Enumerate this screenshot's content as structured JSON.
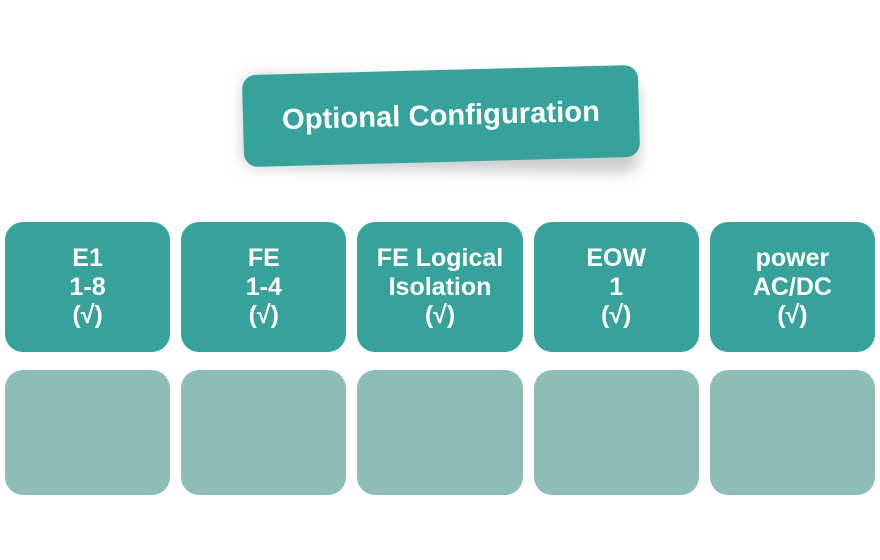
{
  "banner": {
    "title": "Optional Configuration"
  },
  "colors": {
    "background": "#ffffff",
    "card_teal": "#36a29b",
    "slot_teal": "#8dbdb7",
    "text_white": "#ffffff"
  },
  "cards": [
    {
      "name": "E1",
      "range": "1-8",
      "status": "(√)"
    },
    {
      "name": "FE",
      "range": "1-4",
      "status": "(√)"
    },
    {
      "name": "FE Logical",
      "range": "Isolation",
      "status": "(√)"
    },
    {
      "name": "EOW",
      "range": "1",
      "status": "(√)"
    },
    {
      "name": "power",
      "range": "AC/DC",
      "status": "(√)"
    }
  ],
  "slots": [
    {
      "label": ""
    },
    {
      "label": ""
    },
    {
      "label": ""
    },
    {
      "label": ""
    },
    {
      "label": ""
    }
  ]
}
